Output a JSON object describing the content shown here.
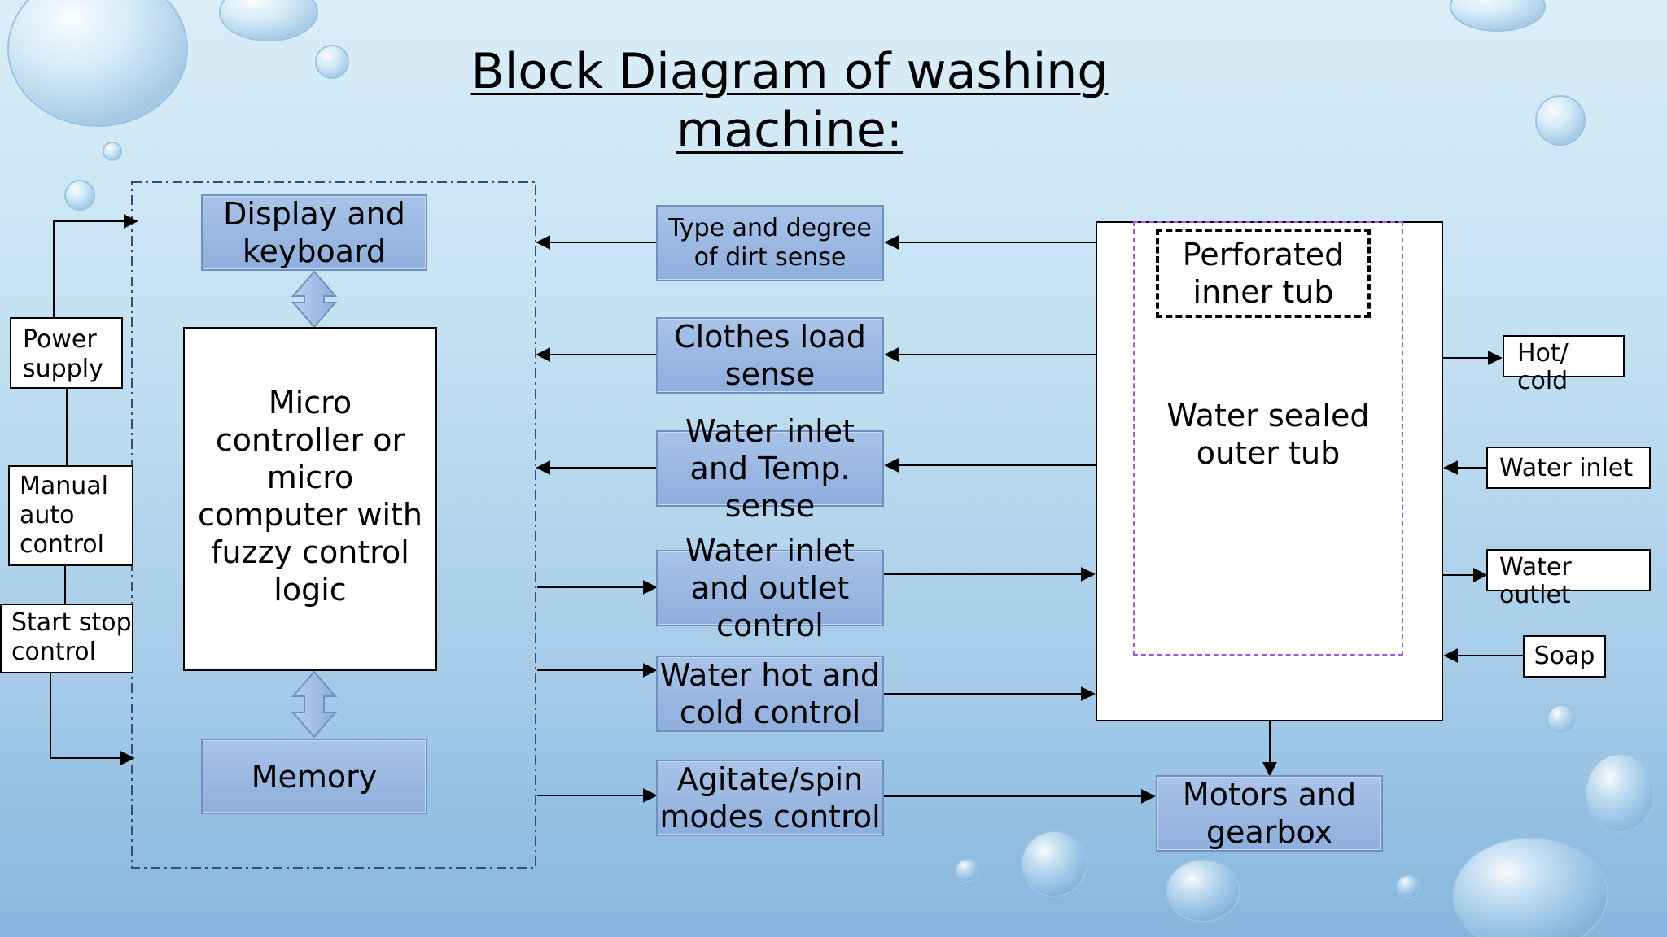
{
  "title": {
    "line1": "Block Diagram of washing",
    "line2": "machine:"
  },
  "blocks": {
    "display_keyboard": "Display and keyboard",
    "microcontroller": "Micro controller or micro computer with fuzzy control logic",
    "memory": "Memory",
    "dirt_sense": "Type and degree of dirt sense",
    "clothes_load": "Clothes load sense",
    "water_temp_sense": "Water inlet and Temp. sense",
    "water_inout_control": "Water inlet and outlet control",
    "water_hotcold_control": "Water hot and cold control",
    "agitate_spin": "Agitate/spin modes control",
    "perforated_tub": "Perforated inner tub",
    "outer_tub": "Water sealed outer tub",
    "motors": "Motors and gearbox"
  },
  "inputs": {
    "power_supply": "Power supply",
    "manual_auto": "Manual auto control",
    "start_stop": "Start stop control"
  },
  "outputs": {
    "hot_cold": "Hot/ cold",
    "water_inlet": "Water inlet",
    "water_outlet": "Water outlet",
    "soap": "Soap"
  },
  "colors": {
    "block_fill": "#9bb8e3",
    "block_border": "#6f8fbf",
    "controller_boundary": "#3a4a7a",
    "inner_tub_dashed": "#a855d8"
  }
}
